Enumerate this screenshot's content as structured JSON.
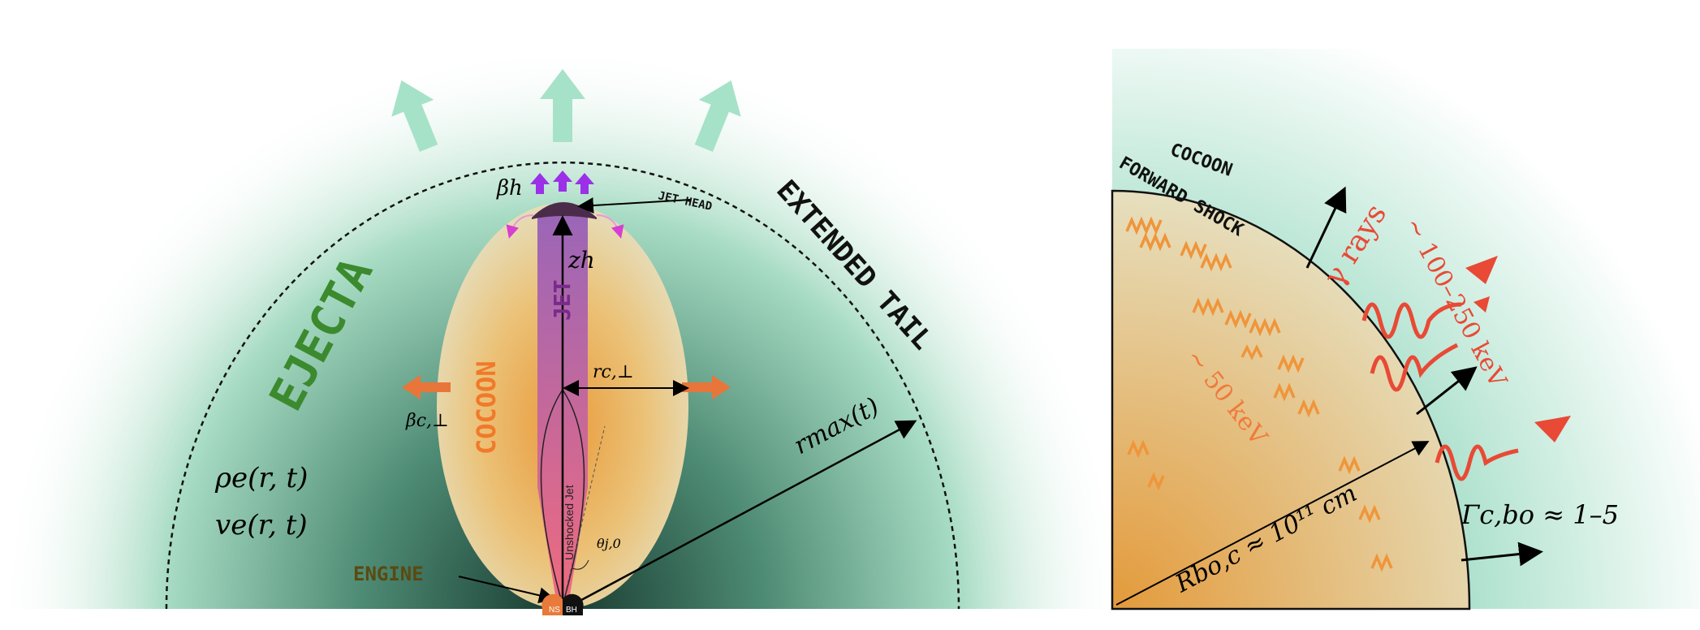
{
  "left_panel": {
    "ejecta_label": "EJECTA",
    "cocoon_label": "COCOON",
    "jet_label": "JET",
    "jet_head_label": "JET HEAD",
    "extended_tail_label": "EXTENDED TAIL",
    "engine_label": "ENGINE",
    "unshocked_jet_label": "Unshocked Jet",
    "ns_label": "NS",
    "bh_label": "BH",
    "beta_h": "βh",
    "z_h": "zh",
    "r_c_perp": "rc,⊥",
    "beta_c_perp": "βc,⊥",
    "r_max": "rmax(t)",
    "theta_j0": "θj,0",
    "rho_e": "ρe(r, t)",
    "v_e": "ve(r, t)"
  },
  "right_panel": {
    "shock_label_line1": "COCOON",
    "shock_label_line2": "FORWARD SHOCK",
    "gamma_rays": "γ rays",
    "high_energy": "~ 100–250 keV",
    "low_energy": "~ 50 keV",
    "radius": "Rbo,c ≈ 10¹¹ cm",
    "lorentz": "Γc,bo ≈ 1–5"
  },
  "colors": {
    "ejecta_green": "#3c8a2e",
    "cocoon_orange": "#f07a2a",
    "jet_purple": "#7a2a8a",
    "gamma_red": "#e84a35",
    "wave_orange": "#f0953a"
  }
}
